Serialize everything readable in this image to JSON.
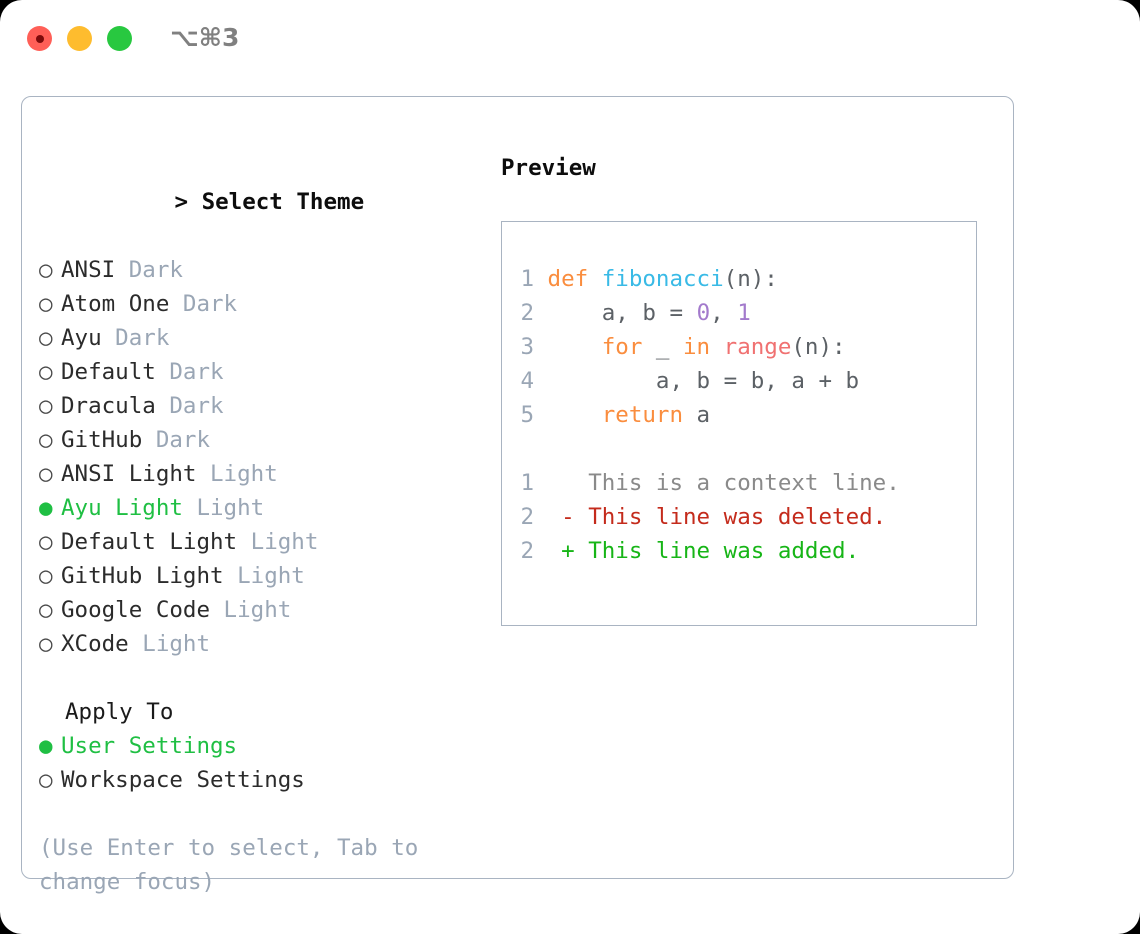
{
  "window": {
    "title_shortcut": "⌥⌘3",
    "traffic_lights": [
      "close-red",
      "minimize-yellow",
      "maximize-green"
    ]
  },
  "left": {
    "heading_caret": ">",
    "heading": "Select Theme",
    "bullet_selected": "●",
    "bullet_unselected": "○",
    "themes": [
      {
        "name": "ANSI",
        "variant": "Dark",
        "selected": false
      },
      {
        "name": "Atom One",
        "variant": "Dark",
        "selected": false
      },
      {
        "name": "Ayu",
        "variant": "Dark",
        "selected": false
      },
      {
        "name": "Default",
        "variant": "Dark",
        "selected": false
      },
      {
        "name": "Dracula",
        "variant": "Dark",
        "selected": false
      },
      {
        "name": "GitHub",
        "variant": "Dark",
        "selected": false
      },
      {
        "name": "ANSI Light",
        "variant": "Light",
        "selected": false
      },
      {
        "name": "Ayu Light",
        "variant": "Light",
        "selected": true
      },
      {
        "name": "Default Light",
        "variant": "Light",
        "selected": false
      },
      {
        "name": "GitHub Light",
        "variant": "Light",
        "selected": false
      },
      {
        "name": "Google Code",
        "variant": "Light",
        "selected": false
      },
      {
        "name": "XCode",
        "variant": "Light",
        "selected": false
      }
    ],
    "apply_to_title": "Apply To",
    "apply_to": [
      {
        "name": "User Settings",
        "selected": true
      },
      {
        "name": "Workspace Settings",
        "selected": false
      }
    ],
    "hint": "(Use Enter to select, Tab to change focus)"
  },
  "right": {
    "preview_title": "Preview",
    "code_lines": [
      {
        "num": "1",
        "tokens": [
          {
            "t": "def ",
            "c": "kw"
          },
          {
            "t": "fibonacci",
            "c": "fn"
          },
          {
            "t": "(n):",
            "c": "pl"
          }
        ]
      },
      {
        "num": "2",
        "tokens": [
          {
            "t": "    a, b = ",
            "c": "pl"
          },
          {
            "t": "0",
            "c": "num"
          },
          {
            "t": ", ",
            "c": "pl"
          },
          {
            "t": "1",
            "c": "num"
          }
        ]
      },
      {
        "num": "3",
        "tokens": [
          {
            "t": "    ",
            "c": "pl"
          },
          {
            "t": "for",
            "c": "kw"
          },
          {
            "t": " _ ",
            "c": "pl"
          },
          {
            "t": "in",
            "c": "kw"
          },
          {
            "t": " ",
            "c": "pl"
          },
          {
            "t": "range",
            "c": "bi"
          },
          {
            "t": "(n):",
            "c": "pl"
          }
        ]
      },
      {
        "num": "4",
        "tokens": [
          {
            "t": "        a, b = b, a + b",
            "c": "pl"
          }
        ]
      },
      {
        "num": "5",
        "tokens": [
          {
            "t": "    ",
            "c": "pl"
          },
          {
            "t": "return",
            "c": "kw"
          },
          {
            "t": " a",
            "c": "pl"
          }
        ]
      }
    ],
    "diff_lines": [
      {
        "num": "1",
        "marker": "  ",
        "text": "This is a context line.",
        "kind": "d-ctx"
      },
      {
        "num": "2",
        "marker": "- ",
        "text": "This line was deleted.",
        "kind": "d-del"
      },
      {
        "num": "2",
        "marker": "+ ",
        "text": "This line was added.",
        "kind": "d-add"
      }
    ]
  },
  "colors": {
    "accent_green": "#1fbf43",
    "muted": "#9aa6b5",
    "border": "#a9b4c2",
    "kw_orange": "#fa8d3e",
    "fn_blue": "#39bae6",
    "num_purple": "#a37acc",
    "builtin_red": "#f07171",
    "diff_add": "#17b517",
    "diff_del": "#c42b1c"
  }
}
